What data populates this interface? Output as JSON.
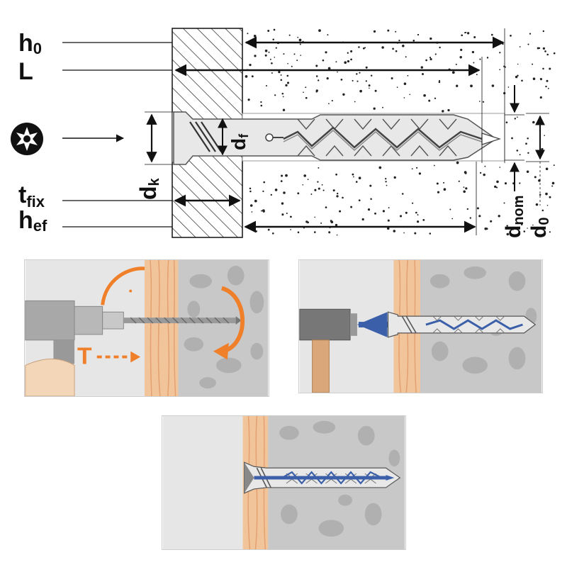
{
  "labels": {
    "h0_main": "h",
    "h0_sub": "0",
    "L": "L",
    "tfix_main": "t",
    "tfix_sub": "fix",
    "hef_main": "h",
    "hef_sub": "ef",
    "df_main": "d",
    "df_sub": "f",
    "dk_main": "d",
    "dk_sub": "k",
    "dnom_main": "d",
    "dnom_sub": "nom",
    "d0_main": "d",
    "d0_sub": "0",
    "torque_letter": "T"
  },
  "icons": {
    "drive": "torx-drive-icon",
    "drill": "drill-icon",
    "rotation": "rotation-arrow-icon",
    "hammer": "hammer-icon",
    "screw": "screw-icon",
    "anchor": "wall-plug-icon"
  },
  "colors": {
    "ink": "#111111",
    "wood": "#f2c49a",
    "wood_grain": "#e3a070",
    "concrete": "#c8c8c8",
    "concrete_spot": "#b0b0b0",
    "orange": "#f07f2a",
    "screw_blue": "#3b5fa8",
    "tool_grey": "#a8a8a8",
    "plug": "#e8e8e8"
  }
}
